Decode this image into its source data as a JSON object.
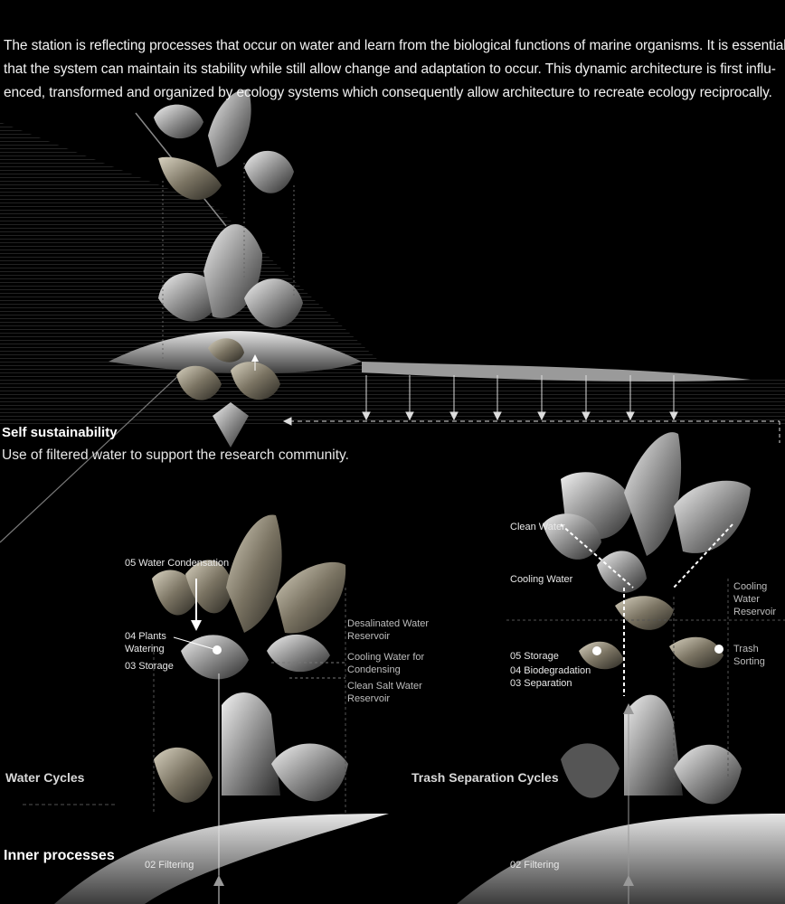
{
  "intro": {
    "lines": [
      "The station is reflecting processes that occur on water and learn from the biological functions of marine organisms. It is essential",
      "that the system can maintain its stability while still allow change and adaptation to occur.  This dynamic architecture is first influ-",
      "enced, transformed and organized by ecology systems which consequently allow architecture to recreate ecology reciprocally."
    ]
  },
  "self_sustainability": {
    "title": "Self sustainability",
    "subtitle": "Use of filtered water to support the research community."
  },
  "water_cycles": {
    "title": "Water Cycles",
    "labels": {
      "condensation": "05 Water Condensation",
      "plants_1": "04 Plants",
      "plants_2": "Watering",
      "storage": "03 Storage",
      "desal_1": "Desalinated Water",
      "desal_2": "Reservoir",
      "cooling_1": "Cooling Water for",
      "cooling_2": "Condensing",
      "clean_salt_1": "Clean Salt Water",
      "clean_salt_2": "Reservoir",
      "filtering": "02 Filtering"
    }
  },
  "trash_cycles": {
    "title": "Trash Separation Cycles",
    "labels": {
      "clean_water": "Clean Water",
      "cooling_water": "Cooling Water",
      "cooling_res_1": "Cooling",
      "cooling_res_2": "Water",
      "cooling_res_3": "Reservoir",
      "storage": "05 Storage",
      "biodegradation": "04 Biodegradation",
      "separation": "03 Separation",
      "trash_1": "Trash",
      "trash_2": "Sorting",
      "filtering": "02 Filtering"
    }
  },
  "inner_processes": {
    "title": "Inner processes"
  },
  "colors": {
    "background": "#000000",
    "text": "#ffffff",
    "metal": "#b8b8b8",
    "bronze": "#8a8270"
  }
}
